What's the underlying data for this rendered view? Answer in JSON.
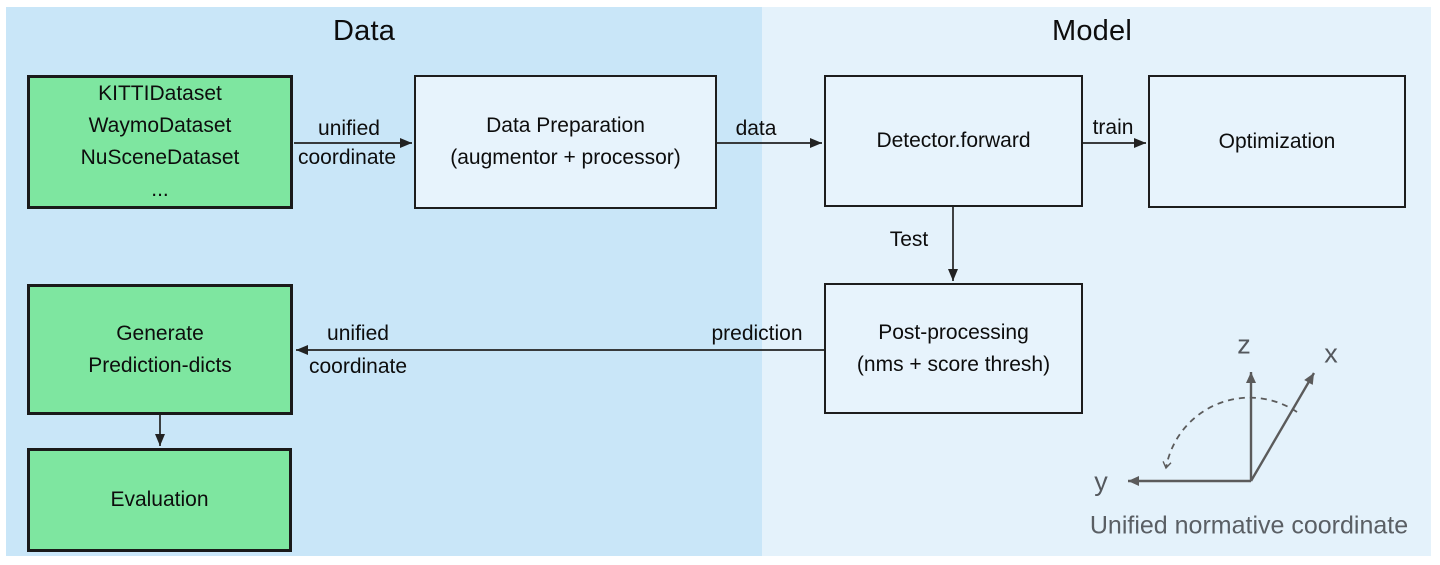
{
  "titles": {
    "data_section": "Data",
    "model_section": "Model"
  },
  "boxes": [
    {
      "id": "datasets",
      "lines": [
        "KITTIDataset",
        "WaymoDataset",
        "NuSceneDataset",
        "..."
      ]
    },
    {
      "id": "data-preparation",
      "lines": [
        "Data Preparation",
        "(augmentor + processor)"
      ]
    },
    {
      "id": "detector-forward",
      "lines": [
        "Detector.forward"
      ]
    },
    {
      "id": "optimization",
      "lines": [
        "Optimization"
      ]
    },
    {
      "id": "post-processing",
      "lines": [
        "Post-processing",
        "(nms + score thresh)"
      ]
    },
    {
      "id": "generate-prediction-dicts",
      "lines": [
        "Generate",
        "Prediction-dicts"
      ]
    },
    {
      "id": "evaluation",
      "lines": [
        "Evaluation"
      ]
    }
  ],
  "edge_labels": {
    "unified_in_line1": "unified",
    "unified_in_line2": "coordinate",
    "data": "data",
    "train": "train",
    "test": "Test",
    "prediction": "prediction",
    "unified_out_line1": "unified",
    "unified_out_line2": "coordinate"
  },
  "coordinate_diagram": {
    "axis_z": "z",
    "axis_x": "x",
    "axis_y": "y",
    "caption": "Unified normative coordinate"
  },
  "colors": {
    "data_region_bg": "#c9e6f8",
    "model_region_bg": "#e4f2fb",
    "process_box_fill": "#e7f3fc",
    "dataset_box_fill": "#7ee6a0",
    "box_border": "#1d1d1d",
    "arrow": "#222222",
    "coordinate_gray": "#5b5b5b"
  }
}
